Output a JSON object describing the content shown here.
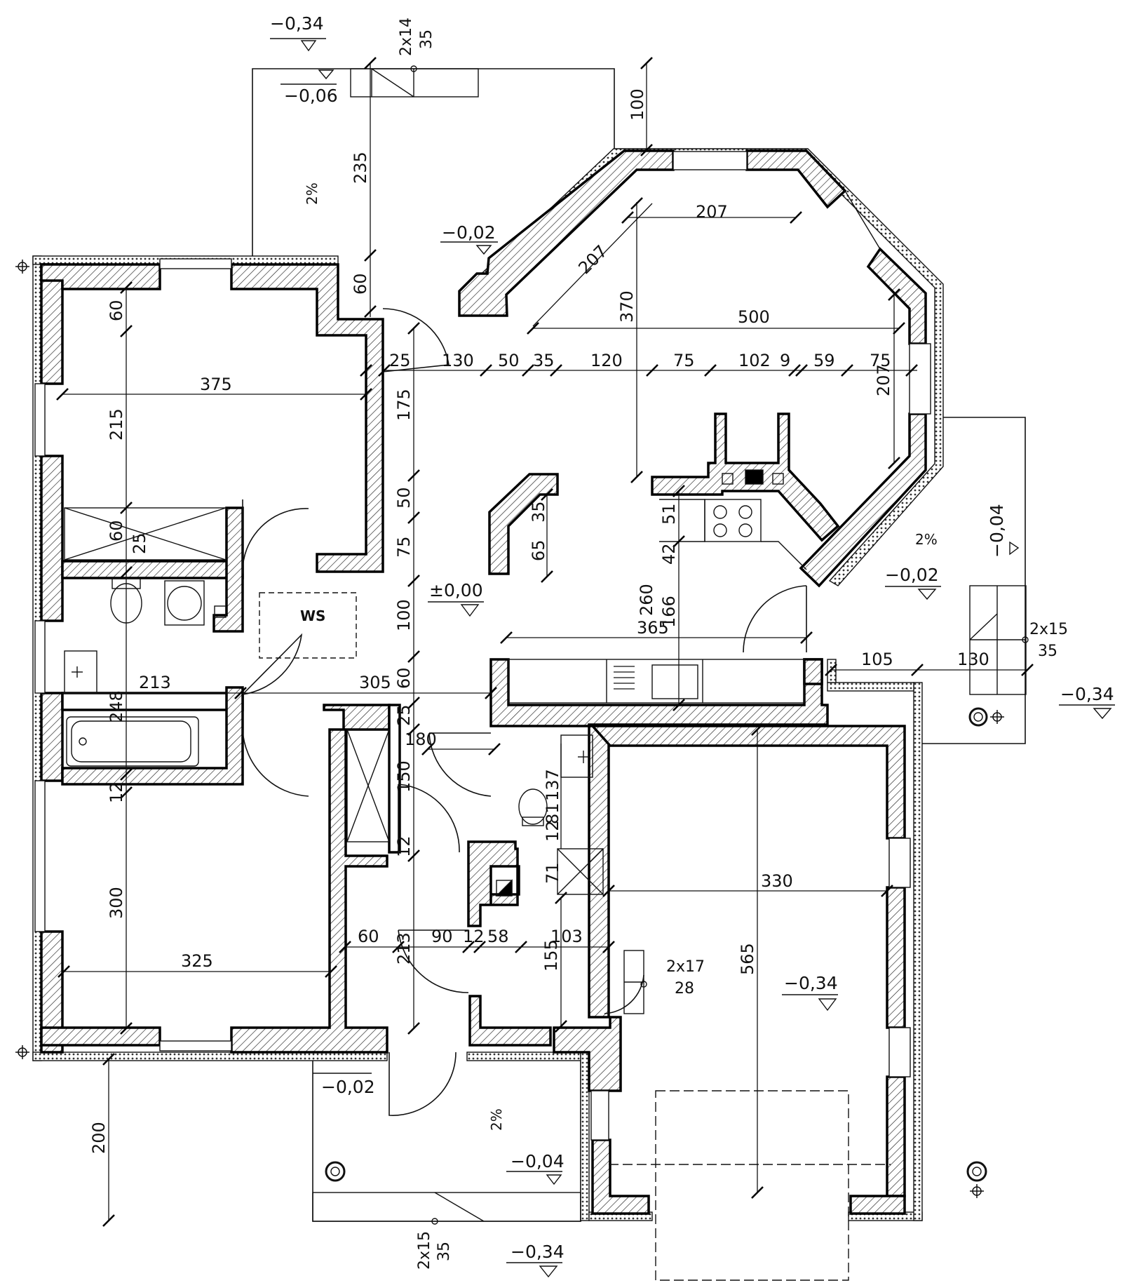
{
  "levels": {
    "top_outside": "−0,34",
    "top_terrace": "−0,06",
    "bay_outside": "−0,02",
    "entry_terrace": "−0,02",
    "living": "±0,00",
    "right_terrace_upper": "−0,04",
    "right_outside": "−0,34",
    "garage": "−0,34",
    "bottom_terrace": "−0,02",
    "bottom_terrace_lower": "−0,04",
    "bottom_outside": "−0,34"
  },
  "slopes": {
    "top_terrace": "2%",
    "right_terrace": "2%",
    "bottom_terrace": "2%"
  },
  "stairs": {
    "top": [
      "2x14",
      "35"
    ],
    "right": [
      "2x15",
      "35"
    ],
    "garage_door": [
      "2x17",
      "28"
    ],
    "bottom": [
      "2x15",
      "35"
    ]
  },
  "labels": {
    "ws": "WS"
  },
  "dimensions": {
    "top_terrace_depth": "235",
    "terrace_offset": "60",
    "bay_offset": "100",
    "bay_207_top": "207",
    "bay_207_diag": "207",
    "bay_207_right": "207",
    "bay_370": "370",
    "bay_500": "500",
    "row": [
      "25",
      "130",
      "50",
      "35",
      "120",
      "75",
      "102",
      "9",
      "59",
      "75"
    ],
    "bed1_width": "375",
    "bed1_wall": "60",
    "bed1_depth": "215",
    "wardrobe_depth": "60",
    "wardrobe_inner": "25",
    "hall_175": "175",
    "hall_50": "50",
    "hall_75": "75",
    "hall_100": "100",
    "hall_60": "60",
    "hall_25": "25",
    "hall_150": "150",
    "hall_12": "12",
    "hall_213b": "213",
    "column_35": "35",
    "column_65": "65",
    "kitchen_51": "51",
    "kitchen_42": "42",
    "kitchen_260": "260",
    "kitchen_166": "166",
    "kitchen_365": "365",
    "bath_213": "213",
    "hall_305": "305",
    "bath_248": "248",
    "bath_12": "12",
    "bed2_300": "300",
    "bed2_325": "325",
    "closet_180": "180",
    "wc_137": "137",
    "wc_81": "81",
    "wc_12": "12",
    "wc_71": "71",
    "lower_row": [
      "60",
      "90",
      "12",
      "58",
      "103"
    ],
    "lower_155": "155",
    "right_105": "105",
    "right_130": "130",
    "garage_330": "330",
    "garage_565": "565",
    "bottom_200": "200"
  }
}
